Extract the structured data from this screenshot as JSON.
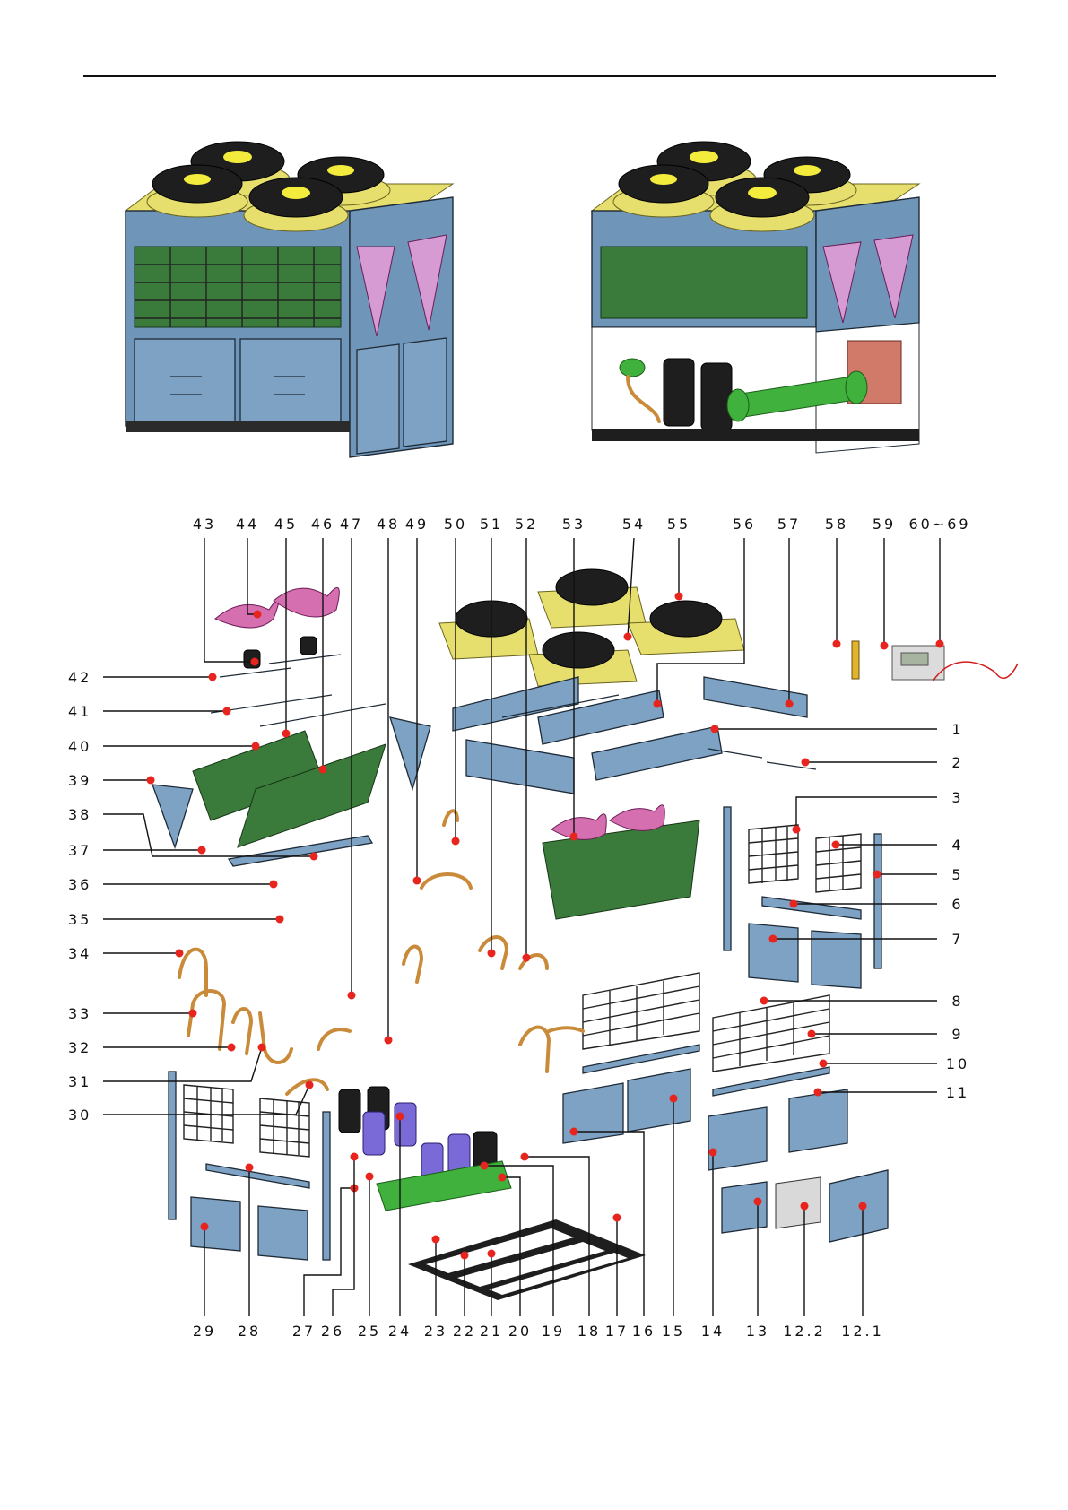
{
  "callouts_top": [
    "43",
    "44",
    "45",
    "46",
    "47",
    "48",
    "49",
    "50",
    "51",
    "52",
    "53",
    "54",
    "55",
    "56",
    "57",
    "58",
    "59",
    "60~69"
  ],
  "callouts_left": [
    "42",
    "41",
    "40",
    "39",
    "38",
    "37",
    "36",
    "35",
    "34",
    "33",
    "32",
    "31",
    "30"
  ],
  "callouts_right": [
    "1",
    "2",
    "3",
    "4",
    "5",
    "6",
    "7",
    "8",
    "9",
    "10",
    "11"
  ],
  "callouts_bottom": [
    "29",
    "28",
    "27",
    "26",
    "25",
    "24",
    "23",
    "22",
    "21",
    "20",
    "19",
    "18",
    "17",
    "16",
    "15",
    "14",
    "13",
    "12.2",
    "12.1"
  ],
  "colors": {
    "frame": "#6f95b8",
    "panel": "#7da2c4",
    "fan_guard": "#1e1e1e",
    "fan_base": "#e6df6e",
    "fan_blade": "#d66fb0",
    "coil": "#3a7a3a",
    "copper_pipe": "#c98b3a",
    "compressor_dark": "#1e1e1e",
    "compressor_purple": "#7a6ad8",
    "heat_exchanger": "#3fb13c",
    "callout_dot": "#e8241e"
  }
}
